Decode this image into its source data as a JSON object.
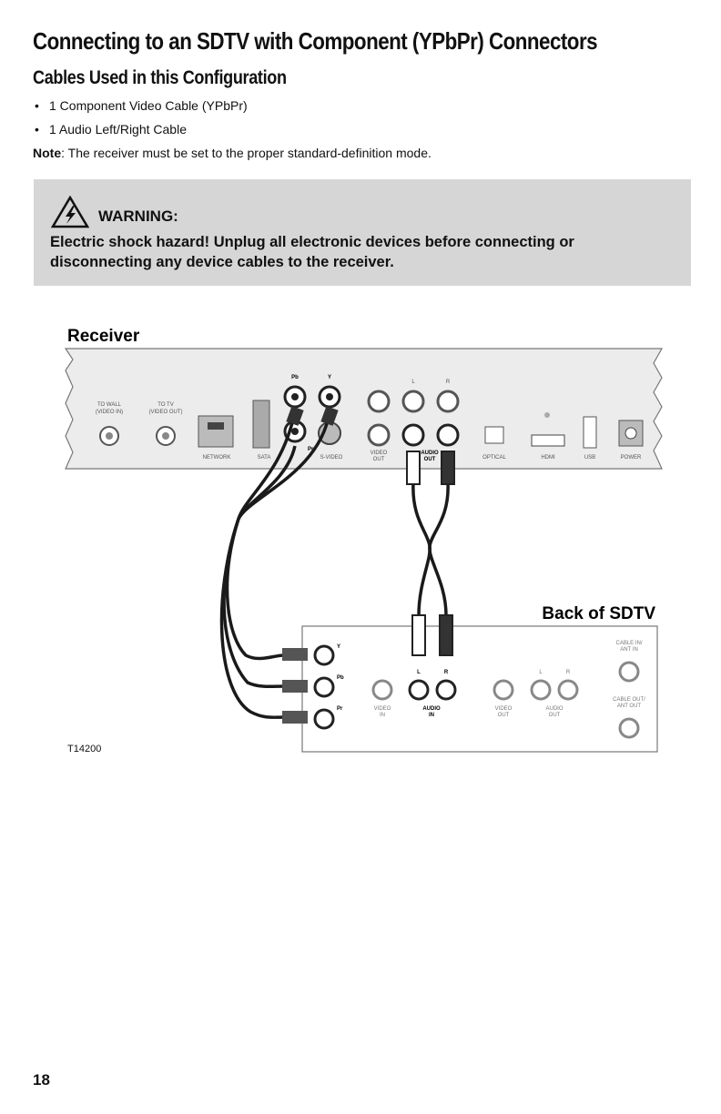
{
  "page": {
    "title": "Connecting to an SDTV with Component (YPbPr) Connectors",
    "section_heading": "Cables Used in this Configuration",
    "bullets": [
      "1 Component Video Cable (YPbPr)",
      "1 Audio Left/Right Cable"
    ],
    "bullet_symbol": "•",
    "note_label": "Note",
    "note_text": ": The receiver must be set to the proper standard-definition mode.",
    "page_number": "18"
  },
  "warning": {
    "icon": "electric-shock-warning-icon",
    "heading": "WARNING:",
    "text": "Electric shock hazard! Unplug all electronic devices before connecting or disconnecting any device cables to the receiver."
  },
  "diagram": {
    "receiver_label": "Receiver",
    "tv_label": "Back of SDTV",
    "figure_id": "T14200",
    "receiver_ports": {
      "to_wall": "TO WALL",
      "to_wall_sub": "(VIDEO IN)",
      "to_tv": "TO TV",
      "to_tv_sub": "(VIDEO OUT)",
      "network": "NETWORK",
      "sata": "SATA",
      "pb": "Pb",
      "y": "Y",
      "pr": "Pr",
      "svideo": "S-VIDEO",
      "l": "L",
      "r": "R",
      "video_out": "VIDEO",
      "video_out_sub": "OUT",
      "audio_out": "AUDIO",
      "audio_out_sub": "OUT",
      "optical": "OPTICAL",
      "hdmi": "HDMI",
      "usb": "USB",
      "power": "POWER"
    },
    "tv_ports": {
      "y": "Y",
      "pb": "Pb",
      "pr": "Pr",
      "l": "L",
      "r": "R",
      "video_in": "VIDEO",
      "video_in_sub": "IN",
      "audio_in": "AUDIO",
      "audio_in_sub": "IN",
      "l2": "L",
      "r2": "R",
      "video_out": "VIDEO",
      "video_out_sub": "OUT",
      "audio_out": "AUDIO",
      "audio_out_sub": "OUT",
      "cable_in": "CABLE IN/",
      "cable_in_sub": "ANT IN",
      "cable_out": "CABLE OUT/",
      "cable_out_sub": "ANT OUT"
    },
    "colors": {
      "panel_fill": "#ececec",
      "panel_stroke": "#777777",
      "cable": "#1a1a1a",
      "warning_bg": "#d6d6d6"
    }
  }
}
